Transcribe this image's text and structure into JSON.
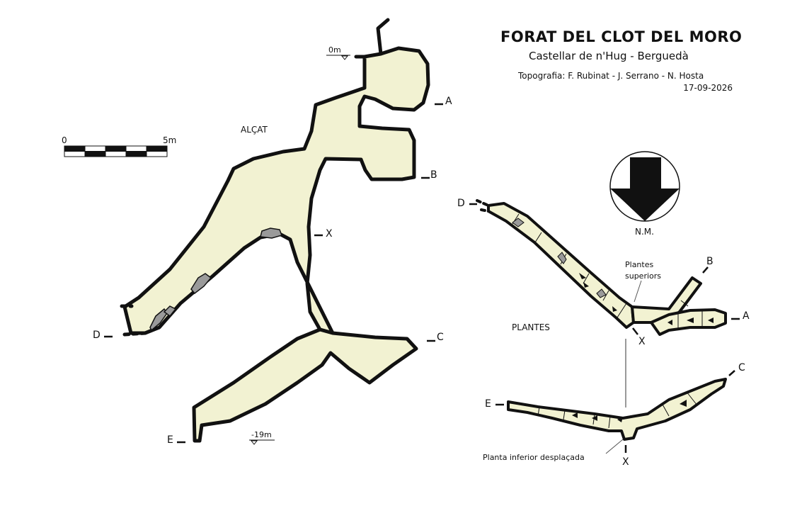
{
  "header": {
    "title": "FORAT DEL CLOT DEL MORO",
    "location": "Castellar de n'Hug - Berguedà",
    "credits": "Topografia: F. Rubinat - J. Serrano - N. Hosta",
    "date": "17-09-2026"
  },
  "scale_bar": {
    "start": "0",
    "end": "5m"
  },
  "north": {
    "label": "N.M.",
    "icon": "north-arrow-icon"
  },
  "elevation": {
    "title": "ALÇAT",
    "depth_top": "0m",
    "depth_bottom": "-19m",
    "sections": {
      "a": "A",
      "b": "B",
      "c": "C",
      "d": "D",
      "e": "E",
      "x": "X"
    }
  },
  "plans": {
    "title": "PLANTES",
    "upper_label_1": "Plantes",
    "upper_label_2": "superiors",
    "lower_label": "Planta inferior desplaçada",
    "sections": {
      "a": "A",
      "b": "B",
      "c": "C",
      "d": "D",
      "e": "E",
      "x1": "X",
      "x2": "X"
    }
  },
  "colors": {
    "fill": "#f2f2d2",
    "outline": "#111111",
    "rock": "#9a9a9a"
  }
}
